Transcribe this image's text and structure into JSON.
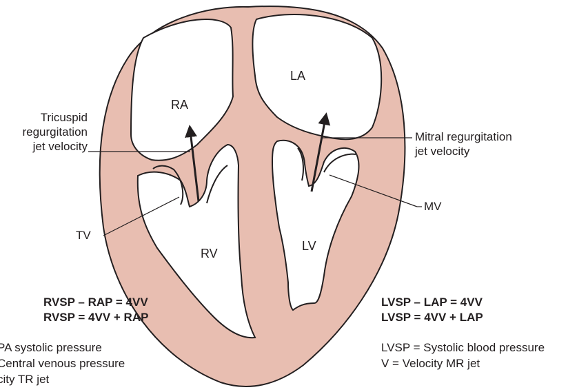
{
  "chambers": {
    "ra": "RA",
    "la": "LA",
    "rv": "RV",
    "lv": "LV"
  },
  "callouts": {
    "tr_line1": "Tricuspid",
    "tr_line2": "regurgitation",
    "tr_line3": "jet velocity",
    "mr_line1": "Mitral regurgitation",
    "mr_line2": "jet velocity",
    "tv": "TV",
    "mv": "MV"
  },
  "equations": {
    "right_1": "RVSP – RAP = 4VV",
    "right_2": "RVSP = 4VV + RAP",
    "left_1": "LVSP – LAP = 4VV",
    "left_2": "LVSP = 4VV + LAP"
  },
  "legend": {
    "right_1": "PA systolic pressure",
    "right_2": "Central venous pressure",
    "right_3": "city TR jet",
    "left_1": "LVSP = Systolic blood pressure",
    "left_2": "V = Velocity MR jet"
  },
  "colors": {
    "myocardium": "#e8beb1",
    "outline": "#231f20",
    "cavity": "#ffffff"
  }
}
